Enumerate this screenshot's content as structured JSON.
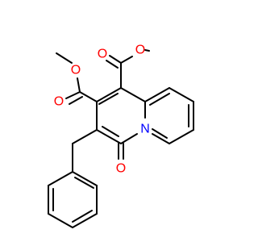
{
  "structure": {
    "atoms": {
      "o_ester1_carbonyl": "O",
      "o_ester1_ether": "O",
      "o_ester2_carbonyl": "O",
      "o_ester2_ether": "O",
      "n_ring": "N",
      "o_ketone": "O"
    },
    "colors": {
      "bond": "#000000",
      "oxygen": "#ff0000",
      "nitrogen": "#0000ff"
    }
  }
}
